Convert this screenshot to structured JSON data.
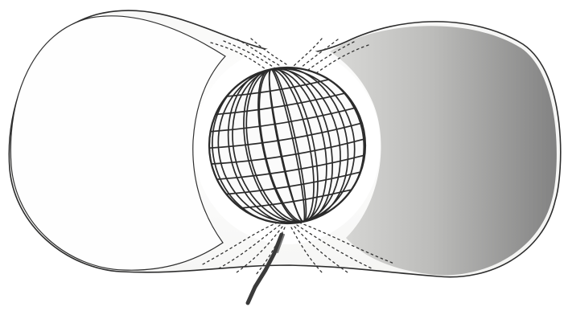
{
  "figure": {
    "colors": {
      "paper": "#f7f7f6",
      "ink": "#2d2d2d",
      "shade_light": "#efefef",
      "shade_dark": "#7c7c7c"
    },
    "elements": {
      "globe": "latitude-longitude-globe",
      "field_shape": "toroidal-envelope",
      "field_lines": "dotted-field-lines",
      "pointer": "dark-pointer-stroke"
    }
  }
}
